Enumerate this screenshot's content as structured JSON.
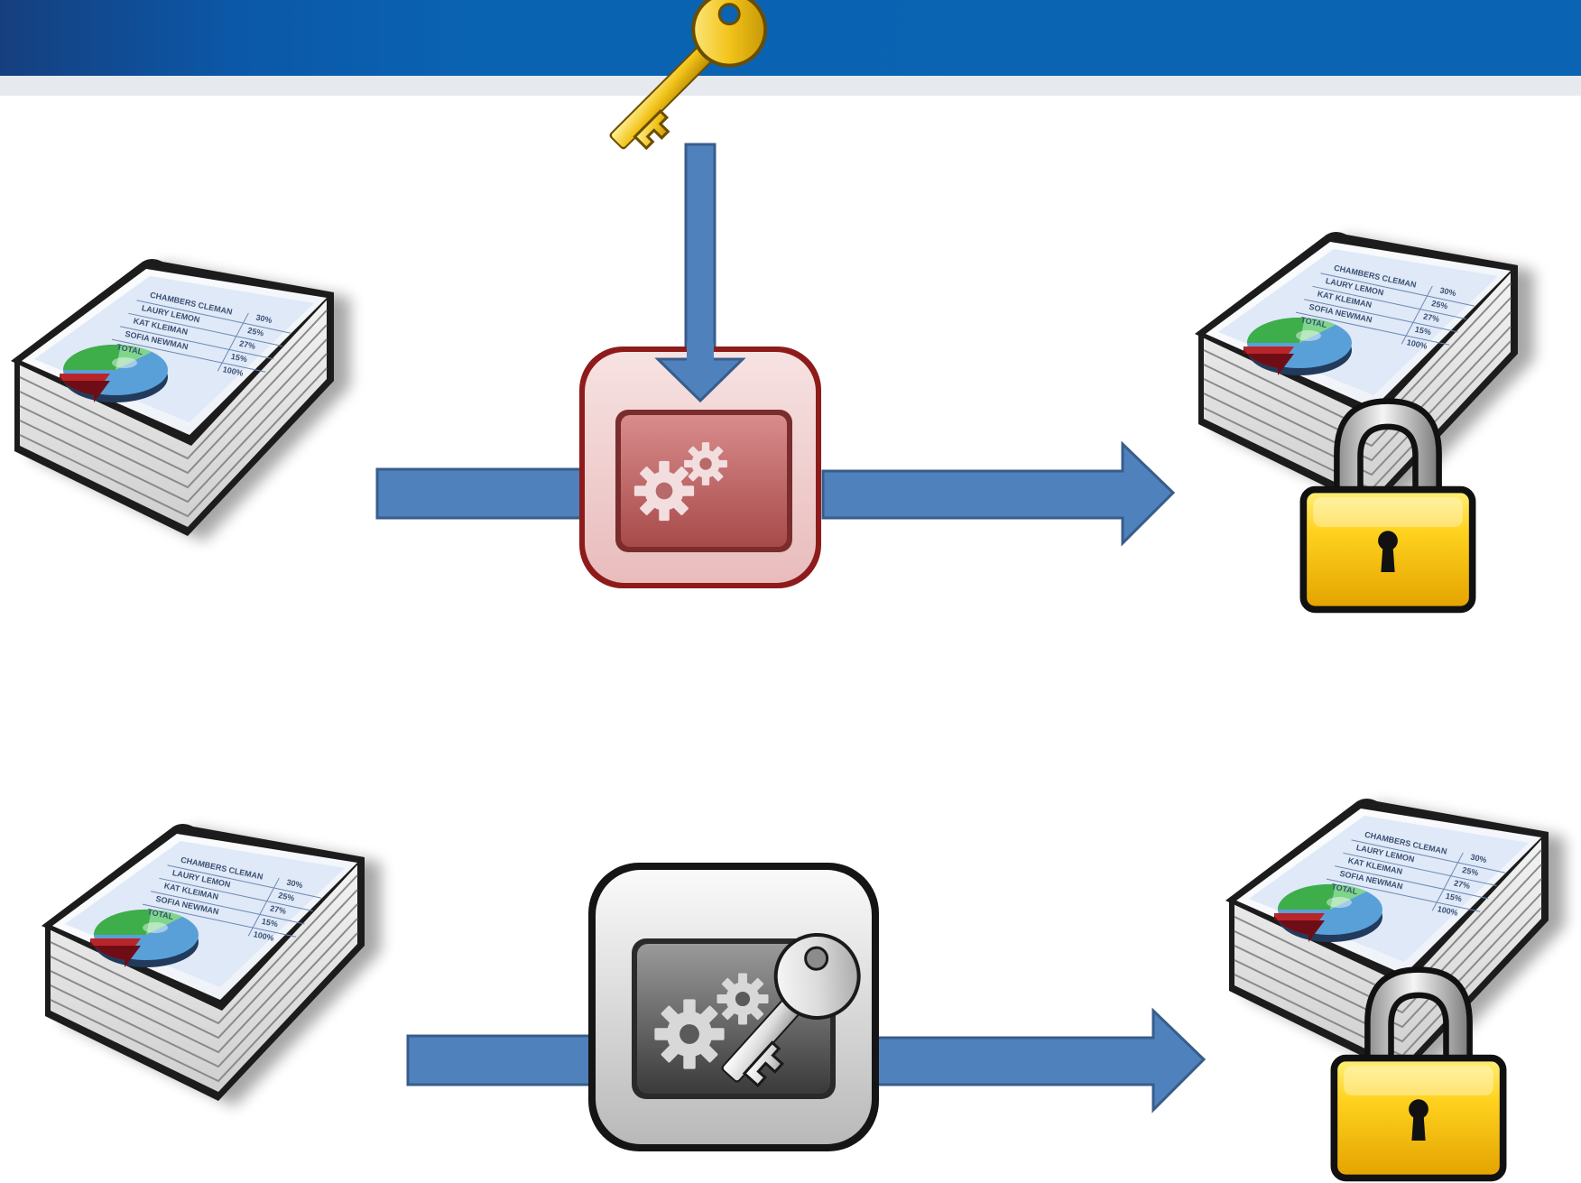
{
  "colors": {
    "header_left": "#163f7f",
    "header_main": "#0a64b3",
    "header_rule": "#e6e9ee",
    "arrow_fill": "#4f81bd",
    "arrow_stroke": "#385d8a",
    "processor_top_accent": "#a31d1d",
    "processor_bottom_accent": "#1f1f1f",
    "lock_gold": "#f3c200",
    "key_gold": "#f0c419",
    "key_silver": "#d9d9d9"
  },
  "document_sheet": {
    "rows": [
      {
        "name": "CHAMBERS CLEMAN",
        "value": "30%"
      },
      {
        "name": "LAURY LEMON",
        "value": "25%"
      },
      {
        "name": "KAT KLEIMAN",
        "value": "27%"
      },
      {
        "name": "SOFIA NEWMAN",
        "value": "15%"
      },
      {
        "name": "TOTAL",
        "value": "100%"
      }
    ]
  },
  "icons": {
    "source_docs": "document-stack-pie-chart-icon",
    "output_docs": "document-stack-pie-chart-icon",
    "lock": "padlock-icon",
    "external_key": "gold-key-icon",
    "processor_external_key": "gears-processor-icon",
    "processor_embedded_key": "gears-processor-with-key-icon",
    "embedded_key": "silver-key-icon"
  }
}
